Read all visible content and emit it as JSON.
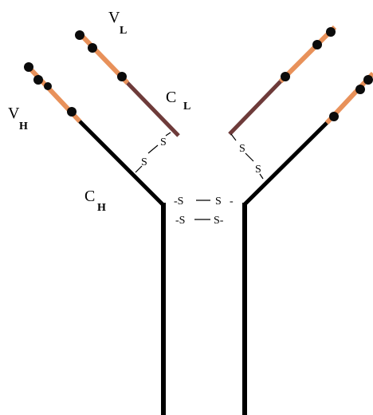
{
  "labels": {
    "vl": {
      "main": "V",
      "sub": "L"
    },
    "cl": {
      "main": "C",
      "sub": "L"
    },
    "vh": {
      "main": "V",
      "sub": "H"
    },
    "ch": {
      "main": "C",
      "sub": "H"
    }
  },
  "disulfide": {
    "left_link": [
      "S",
      "S"
    ],
    "right_link": [
      "S",
      "S"
    ],
    "hinge_top": [
      "-S",
      "S",
      "-"
    ],
    "hinge_bottom": [
      "-S",
      "S-"
    ]
  },
  "colors": {
    "heavy_chain": "#000000",
    "light_constant": "#6e3b3a",
    "variable": "#e8915a",
    "node": "#0b0b0b"
  }
}
